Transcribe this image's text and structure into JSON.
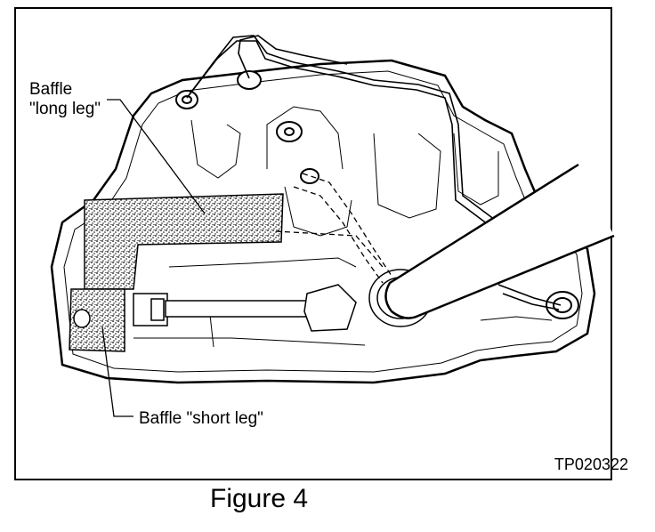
{
  "labels": {
    "long_leg_line1": "Baffle",
    "long_leg_line2": "\"long leg\"",
    "short_leg": "Baffle \"short leg\""
  },
  "reference_code": "TP020322",
  "caption": "Figure 4",
  "colors": {
    "ink": "#000000",
    "baffle_fill": "#bdbdbd",
    "background": "#ffffff"
  }
}
